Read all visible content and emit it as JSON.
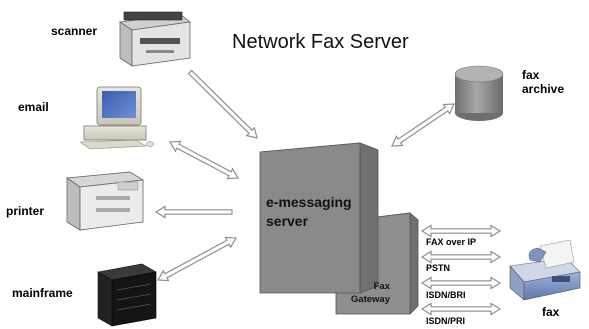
{
  "title": "Network Fax Server",
  "devices": {
    "scanner": "scanner",
    "email": "email",
    "printer": "printer",
    "mainframe": "mainframe",
    "fax_archive": "fax archive",
    "fax": "fax"
  },
  "server": {
    "label": "e-messaging server"
  },
  "gateway": {
    "label": "Fax Gateway"
  },
  "links": [
    "FAX over IP",
    "PSTN",
    "ISDN/BRI",
    "ISDN/PRI"
  ],
  "colors": {
    "server_front": "#8c8c8c",
    "server_side": "#6f6f6f",
    "server_top": "#a9a9a9",
    "arrow": "#999999",
    "archive_cylinder": "#8a8a8a"
  }
}
